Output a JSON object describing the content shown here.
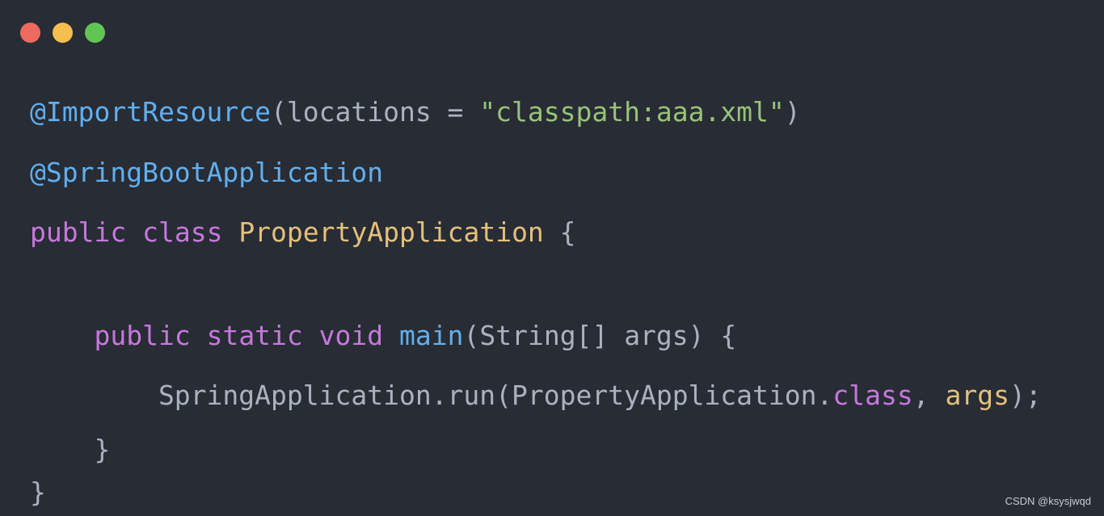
{
  "window": {
    "controls": [
      {
        "name": "close",
        "color": "#ed6a5e"
      },
      {
        "name": "minimize",
        "color": "#f5bf4f"
      },
      {
        "name": "maximize",
        "color": "#61c554"
      }
    ]
  },
  "theme": {
    "background": "#282c34",
    "plain": "#abb2bf",
    "annotation": "#61afef",
    "keyword": "#c678dd",
    "string": "#98c379",
    "type": "#e5c07b",
    "function": "#61afef"
  },
  "code": {
    "lines": [
      {
        "tokens": [
          {
            "text": "@ImportResource",
            "kind": "annotation"
          },
          {
            "text": "(locations = ",
            "kind": "plain"
          },
          {
            "text": "\"classpath:aaa.xml\"",
            "kind": "string"
          },
          {
            "text": ")",
            "kind": "plain"
          }
        ]
      },
      {
        "tokens": [
          {
            "text": "@SpringBootApplication",
            "kind": "annotation"
          }
        ]
      },
      {
        "tokens": [
          {
            "text": "public",
            "kind": "keyword"
          },
          {
            "text": " ",
            "kind": "plain"
          },
          {
            "text": "class",
            "kind": "keyword"
          },
          {
            "text": " ",
            "kind": "plain"
          },
          {
            "text": "PropertyApplication",
            "kind": "type"
          },
          {
            "text": " {",
            "kind": "plain"
          }
        ]
      },
      {
        "tokens": []
      },
      {
        "tokens": [
          {
            "text": "    ",
            "kind": "plain"
          },
          {
            "text": "public",
            "kind": "keyword"
          },
          {
            "text": " ",
            "kind": "plain"
          },
          {
            "text": "static",
            "kind": "keyword"
          },
          {
            "text": " ",
            "kind": "plain"
          },
          {
            "text": "void",
            "kind": "keyword"
          },
          {
            "text": " ",
            "kind": "plain"
          },
          {
            "text": "main",
            "kind": "function"
          },
          {
            "text": "(String[] args) {",
            "kind": "plain"
          }
        ]
      },
      {
        "tokens": [
          {
            "text": "        SpringApplication.run(PropertyApplication.",
            "kind": "plain"
          },
          {
            "text": "class",
            "kind": "keyword"
          },
          {
            "text": ", ",
            "kind": "plain"
          },
          {
            "text": "args",
            "kind": "type"
          },
          {
            "text": ");",
            "kind": "plain"
          }
        ]
      },
      {
        "tokens": [
          {
            "text": "    }",
            "kind": "plain"
          }
        ]
      },
      {
        "tokens": [
          {
            "text": "}",
            "kind": "plain"
          }
        ]
      }
    ]
  },
  "watermark": "CSDN @ksysjwqd"
}
